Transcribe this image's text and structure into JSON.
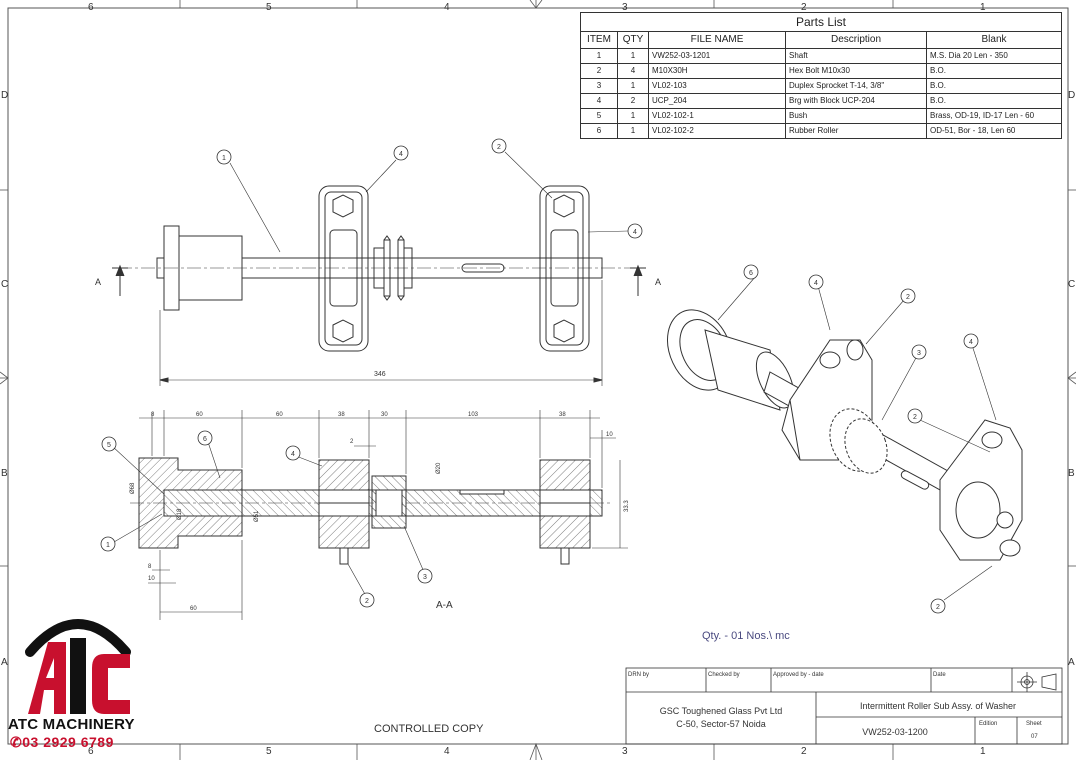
{
  "border": {
    "top_zones": [
      "6",
      "5",
      "4",
      "3",
      "2",
      "1"
    ],
    "bottom_zones": [
      "6",
      "5",
      "4",
      "3",
      "2",
      "1"
    ],
    "left_zones": [
      "D",
      "C",
      "B",
      "A"
    ],
    "right_zones": [
      "D",
      "C",
      "B",
      "A"
    ]
  },
  "parts_list": {
    "title": "Parts List",
    "headers": [
      "ITEM",
      "QTY",
      "FILE NAME",
      "Description",
      "Blank"
    ],
    "rows": [
      [
        "1",
        "1",
        "VW252-03-1201",
        "Shaft",
        "M.S. Dia 20 Len - 350"
      ],
      [
        "2",
        "4",
        "M10X30H",
        "Hex Bolt M10x30",
        "B.O."
      ],
      [
        "3",
        "1",
        "VL02-103",
        "Duplex Sprocket T-14, 3/8\"",
        "B.O."
      ],
      [
        "4",
        "2",
        "UCP_204",
        "Brg with Block UCP-204",
        "B.O."
      ],
      [
        "5",
        "1",
        "VL02-102-1",
        "Bush",
        "Brass, OD-19, ID-17 Len - 60"
      ],
      [
        "6",
        "1",
        "VL02-102-2",
        "Rubber Roller",
        "OD-51, Bor - 18, Len 60"
      ]
    ]
  },
  "views": {
    "section_marker": "A",
    "section_label": "A-A",
    "overall_dim": "346",
    "dims_top": [
      "8",
      "60",
      "60",
      "38",
      "30",
      "103",
      "38",
      "10"
    ],
    "dims_misc": [
      "2",
      "8",
      "10",
      "60",
      "Ø20",
      "Ø51",
      "Ø68",
      "Ø18",
      "33.3"
    ],
    "balloons_front": [
      "1",
      "4",
      "2",
      "4"
    ],
    "balloons_section": [
      "5",
      "6",
      "4",
      "1",
      "2",
      "3"
    ],
    "balloons_iso": [
      "6",
      "4",
      "2",
      "3",
      "4",
      "2",
      "2"
    ]
  },
  "qty_note": "Qty. - 01 Nos.\\ mc",
  "controlled_copy": "CONTROLLED COPY",
  "title_block": {
    "drn_by": "DRN by",
    "checked_by": "Checked by",
    "approved_by": "Approved by - date",
    "date": "Date",
    "company_line1": "GSC Toughened Glass Pvt Ltd",
    "company_line2": "C-50, Sector-57 Noida",
    "title": "Intermittent Roller Sub Assy. of Washer",
    "drawing_no": "VW252-03-1200",
    "edition_label": "Edition",
    "sheet_label": "Sheet",
    "sheet_value": "07"
  },
  "watermark": {
    "name": "ATC MACHINERY",
    "phone": "03 2929 6789",
    "brand_color": "#c8102e"
  }
}
